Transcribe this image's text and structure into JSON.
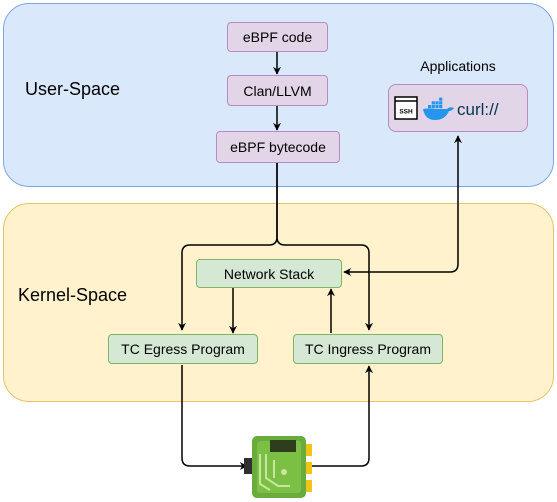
{
  "regions": {
    "user_space": "User-Space",
    "kernel_space": "Kernel-Space"
  },
  "pipeline": {
    "ebpf_code": "eBPF code",
    "clang": "Clan/LLVM",
    "bytecode": "eBPF bytecode"
  },
  "applications": {
    "title": "Applications",
    "ssh_label": "SSH",
    "curl_label": "curl://",
    "icons": [
      "terminal-icon",
      "docker-icon",
      "curl-icon"
    ]
  },
  "kernel": {
    "network_stack": "Network Stack",
    "tc_egress": "TC Egress Program",
    "tc_ingress": "TC Ingress Program"
  },
  "hardware": {
    "icon": "network-card-icon"
  },
  "colors": {
    "user_space_fill": "#dae8fc",
    "kernel_space_fill": "#fff2cc",
    "pipeline_fill": "#e1d5e7",
    "kernel_box_fill": "#d5e8d4",
    "docker_blue": "#2496ed",
    "curl_navy": "#073551"
  }
}
